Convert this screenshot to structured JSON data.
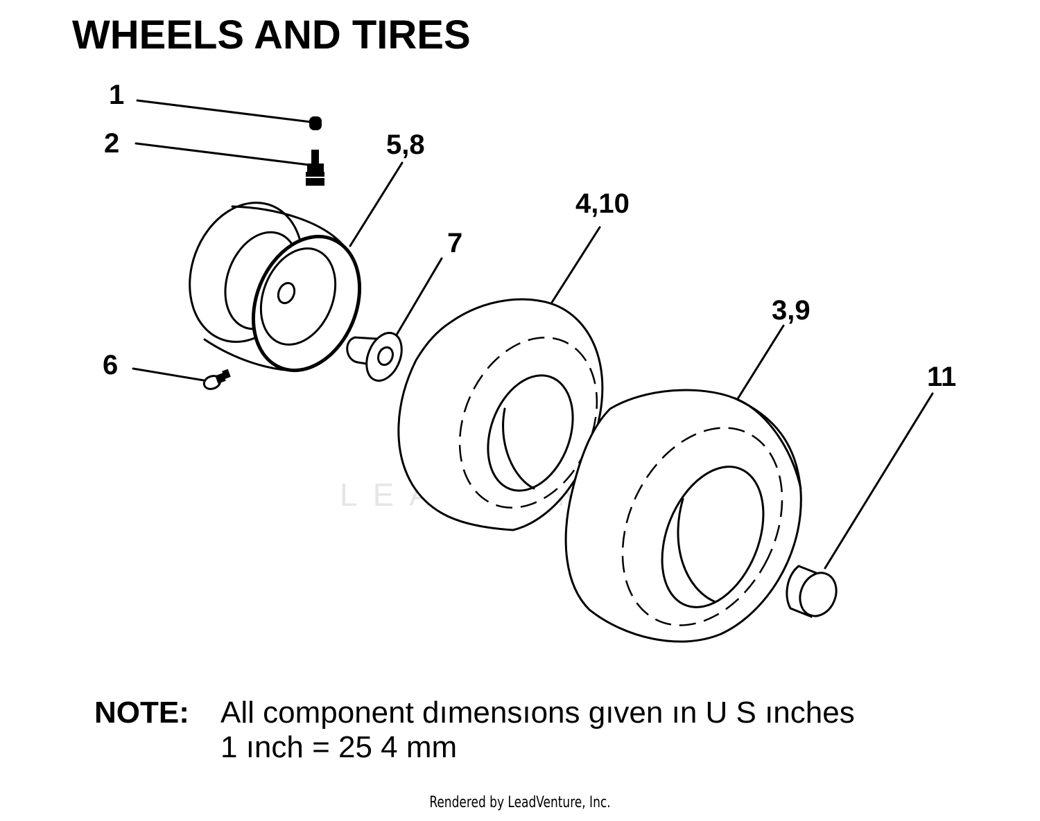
{
  "title": "WHEELS AND TIRES",
  "callouts": {
    "c1": "1",
    "c2": "2",
    "c3_9": "3,9",
    "c4_10": "4,10",
    "c5_8": "5,8",
    "c6": "6",
    "c7": "7",
    "c11": "11"
  },
  "note": {
    "label": "NOTE:",
    "line1": "All component dımensıons gıven ın U S  ınches",
    "line2": "1 ınch = 25 4 mm"
  },
  "watermark": "LEADVENTURE",
  "footer": "Rendered by LeadVenture, Inc."
}
